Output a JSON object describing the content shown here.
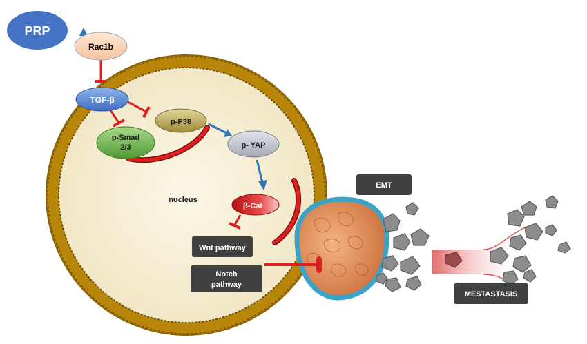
{
  "nodes": {
    "prp": "PRP",
    "rac1b": "Rac1b",
    "tgfb": "TGF-β",
    "psmad_line1": "p-Smad",
    "psmad_line2": "2/3",
    "pp38": "p-P38",
    "pyap": "p- YAP",
    "bcat": "β-Cat",
    "nucleus": "nucleus",
    "wnt": "Wnt pathway",
    "notch_line1": "Notch",
    "notch_line2": "pathway",
    "emt": "EMT",
    "metastasis": "MESTASTASIS"
  },
  "colors": {
    "prp_blue": "#4472c4",
    "membrane": "#b8860b",
    "cytoplasm": "#f5efd9",
    "inhibit_red": "#e02020",
    "activate_blue": "#2e75b6",
    "dark_box": "#404040",
    "peach": "#fbd5b5",
    "tgfb_blue": "#5b8ed6",
    "smad_green": "#70ad47",
    "p38_olive": "#bfae5a",
    "yap_grey": "#c0c4cc",
    "bcat_red": "#d42020",
    "tumor_orange": "#e8935a",
    "tumor_edge": "#3da3c4",
    "cell_grey": "#8c8c8c"
  }
}
